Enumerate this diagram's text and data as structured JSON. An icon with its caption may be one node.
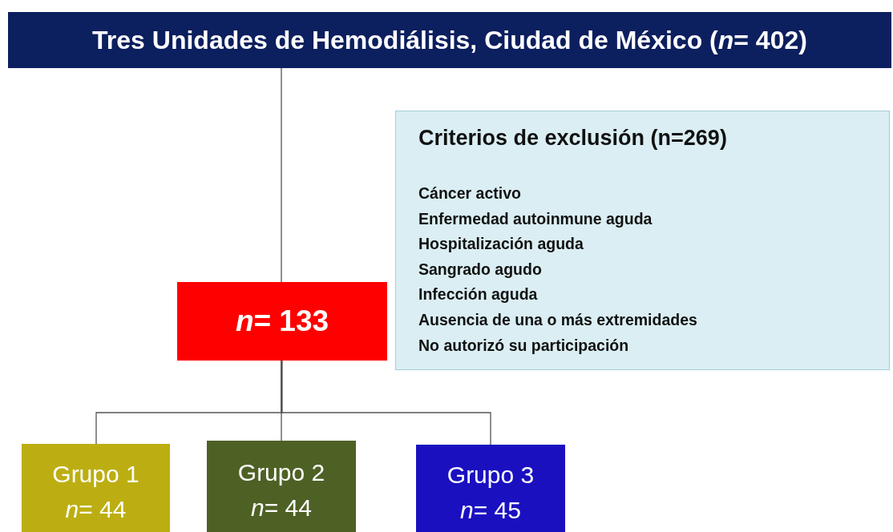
{
  "diagram": {
    "nodes": [
      {
        "text": [
          "Tres Unidades de Hemodiálisis, Ciudad de México (*n*= 402)"
        ]
      },
      {
        "text": [
          "Criterios de exclusión (n=269)",
          "Cáncer activo",
          "Enfermedad autoinmune aguda",
          "Hospitalización aguda",
          "Sangrado agudo",
          "Infección aguda",
          "Ausencia de una o más extremidades",
          "No autorizó su participación"
        ]
      },
      {
        "text": [
          "*n*= 133"
        ]
      },
      {
        "text": [
          "Grupo 1",
          "*n*= 44"
        ]
      },
      {
        "text": [
          "Grupo 2",
          "*n*= 44"
        ]
      },
      {
        "text": [
          "Grupo 3",
          "*n*= 45"
        ]
      }
    ],
    "edges": [
      {
        "from": 0,
        "to": 2,
        "arrow": "none"
      },
      {
        "from": 2,
        "to": 3,
        "arrow": "none"
      },
      {
        "from": 2,
        "to": 4,
        "arrow": "none"
      },
      {
        "from": 2,
        "to": 5,
        "arrow": "none"
      }
    ]
  }
}
